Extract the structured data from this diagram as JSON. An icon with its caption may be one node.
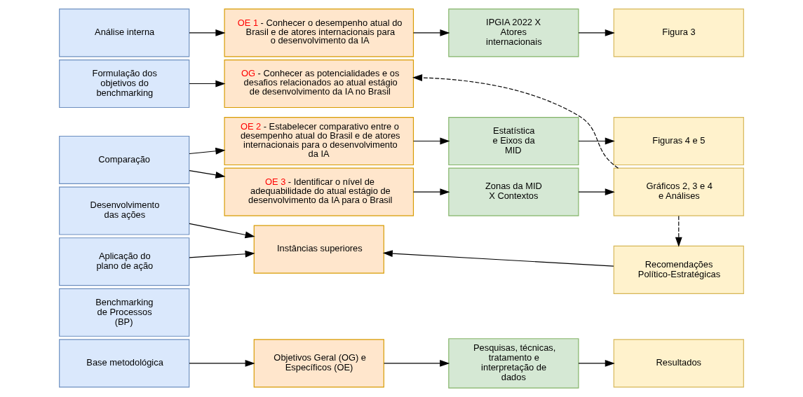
{
  "diagram": {
    "nodes": [
      {
        "text": [
          "Base metodológica"
        ]
      },
      {
        "text": [
          "Benchmarking de Processos (BP)"
        ]
      },
      {
        "text": [
          "Formulação dos objetivos do benchmarking"
        ]
      },
      {
        "text": [
          "Análise interna"
        ]
      },
      {
        "text": [
          "Comparação"
        ]
      },
      {
        "text": [
          "Desenvolvimento das ações"
        ]
      },
      {
        "text": [
          "Aplicação do plano de ação"
        ]
      },
      {
        "text": [
          "Objetivos Geral (OG) e Específicos (OE)"
        ]
      },
      {
        "text": [
          "OG - Conhecer as potencialidades e os desafios relacionados ao atual estágio de desenvolvimento da IA no Brasil"
        ]
      },
      {
        "text": [
          "OE 1 - Conhecer o desempenho atual do Brasil e de atores internacionais para o desenvolvimento da IA"
        ]
      },
      {
        "text": [
          "OE 2 - Estabelecer comparativo entre o desempenho atual do Brasil e de atores internacionais para o desenvolvimento da IA"
        ]
      },
      {
        "text": [
          "OE 3 - Identificar o nível de adequabilidade do atual estágio de desenvolvimento da IA para o Brasil"
        ]
      },
      {
        "text": [
          "Instâncias superiores"
        ]
      },
      {
        "text": [
          "Pesquisas, técnicas, tratamento e interpretação de dados"
        ]
      },
      {
        "text": [
          "IPGIA 2022 X Atores internacionais"
        ]
      },
      {
        "text": [
          "Estatística e Eixos da MID"
        ]
      },
      {
        "text": [
          "Zonas da MID X Contextos"
        ]
      },
      {
        "text": [
          "Resultados"
        ]
      },
      {
        "text": [
          "Figura 3"
        ]
      },
      {
        "text": [
          "Figuras 4 e 5"
        ]
      },
      {
        "text": [
          "Gráficos 2, 3 e 4 e Análises"
        ]
      },
      {
        "text": [
          "Recomendações Político-Estratégicas"
        ]
      }
    ],
    "edges": [
      {
        "from": 0,
        "to": 7,
        "arrow": "to"
      },
      {
        "from": 2,
        "to": 8,
        "arrow": "to"
      },
      {
        "from": 3,
        "to": 9,
        "arrow": "to"
      },
      {
        "from": 4,
        "to": 10,
        "arrow": "to"
      },
      {
        "from": 4,
        "to": 11,
        "arrow": "to"
      },
      {
        "from": 5,
        "to": 12,
        "arrow": "to"
      },
      {
        "from": 6,
        "to": 12,
        "arrow": "to"
      },
      {
        "from": 7,
        "to": 13,
        "arrow": "to"
      },
      {
        "from": 13,
        "to": 17,
        "arrow": "to"
      },
      {
        "from": 9,
        "to": 14,
        "arrow": "to"
      },
      {
        "from": 10,
        "to": 15,
        "arrow": "to"
      },
      {
        "from": 11,
        "to": 16,
        "arrow": "to"
      },
      {
        "from": 14,
        "to": 18,
        "arrow": "to"
      },
      {
        "from": 15,
        "to": 19,
        "arrow": "to"
      },
      {
        "from": 16,
        "to": 20,
        "arrow": "to"
      },
      {
        "from": 21,
        "to": 12,
        "arrow": "to"
      },
      {
        "from": 20,
        "to": 8,
        "arrow": "to",
        "style": "dashed"
      },
      {
        "from": 20,
        "to": 21,
        "arrow": "to",
        "style": "dashed"
      }
    ]
  }
}
